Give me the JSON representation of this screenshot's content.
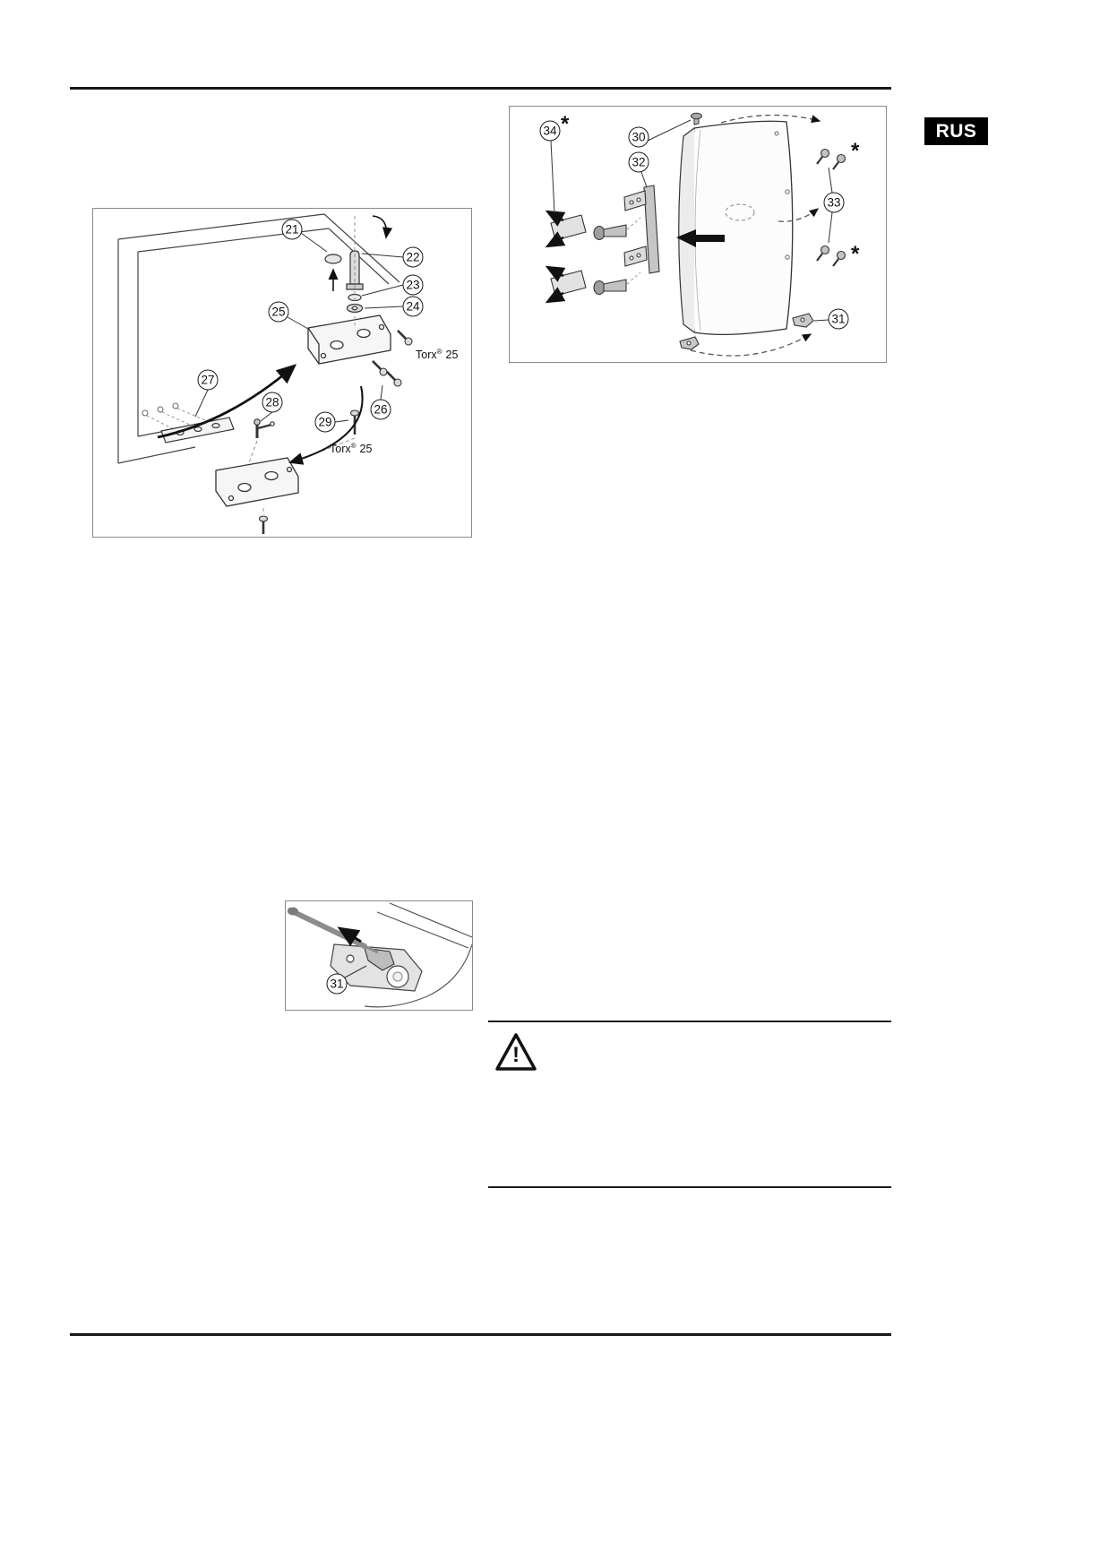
{
  "page": {
    "language_badge": "RUS"
  },
  "fig_left": {
    "callouts": {
      "c21": "21",
      "c22": "22",
      "c23": "23",
      "c24": "24",
      "c25": "25",
      "c26": "26",
      "c27": "27",
      "c28": "28",
      "c29": "29"
    },
    "torx_upper": {
      "brand": "Torx",
      "reg": "®",
      "size": "25"
    },
    "torx_lower": {
      "brand": "Torx",
      "reg": "®",
      "size": "25"
    }
  },
  "fig_right": {
    "callouts": {
      "c30": "30",
      "c31": "31",
      "c32": "32",
      "c33": "33",
      "c34": "34"
    },
    "asterisk_34": "*",
    "asterisk_33_top": "*",
    "asterisk_33_bottom": "*"
  },
  "fig_small": {
    "callout_31": "31"
  },
  "warning": {
    "mark": "!"
  }
}
